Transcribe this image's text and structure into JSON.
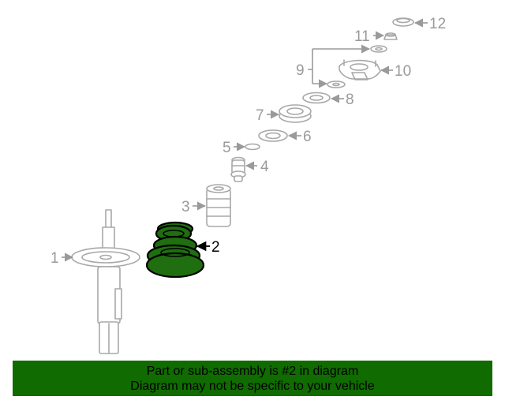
{
  "diagram": {
    "highlight_color": "#1f6e0f",
    "highlighted_part": "2",
    "callouts": {
      "c1": "1",
      "c2": "2",
      "c3": "3",
      "c4": "4",
      "c5": "5",
      "c6": "6",
      "c7": "7",
      "c8": "8",
      "c9": "9",
      "c10": "10",
      "c11": "11",
      "c12": "12"
    }
  },
  "banner": {
    "color": "#106b00",
    "line1": "Part or sub-assembly is #2 in diagram",
    "line2": "Diagram may not be specific to your vehicle"
  }
}
